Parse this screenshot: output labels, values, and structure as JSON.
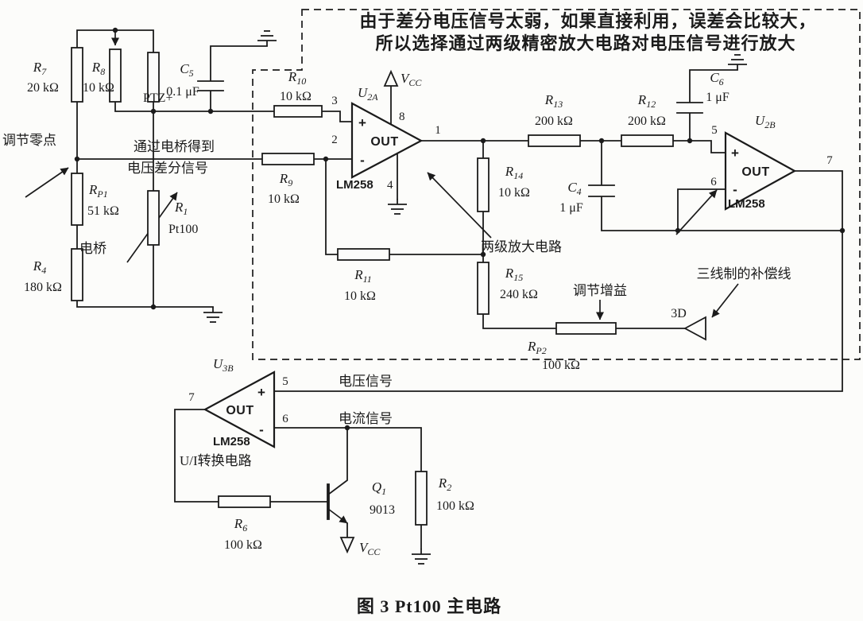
{
  "figure": {
    "caption": "图 3  Pt100 主电路"
  },
  "annotation": {
    "line1": "由于差分电压信号太弱，如果直接利用，误差会比较大，",
    "line2": "所以选择通过两级精密放大电路对电压信号进行放大"
  },
  "labels": {
    "zero_adjust": "调节零点",
    "bridge_out_line1": "通过电桥得到",
    "bridge_out_line2": "电压差分信号",
    "bridge": "电桥",
    "ptz": "PTZ+",
    "two_stage_amp": "两级放大电路",
    "gain_adjust": "调节增益",
    "compensation_wire": "三线制的补偿线",
    "terminal_3d": "3D",
    "voltage_signal": "电压信号",
    "current_signal": "电流信号",
    "ui_converter": "U/I转换电路"
  },
  "components": {
    "r7": {
      "sym": "R",
      "sub": "7",
      "val": "20 kΩ"
    },
    "r8": {
      "sym": "R",
      "sub": "8",
      "val": "10 kΩ"
    },
    "c5": {
      "sym": "C",
      "sub": "5",
      "val": "0.1 μF"
    },
    "rp1": {
      "sym": "R",
      "sub": "P1",
      "val": "51 kΩ"
    },
    "r1": {
      "sym": "R",
      "sub": "1",
      "val": "Pt100"
    },
    "r4": {
      "sym": "R",
      "sub": "4",
      "val": "180 kΩ"
    },
    "r10": {
      "sym": "R",
      "sub": "10",
      "val": "10 kΩ"
    },
    "r9": {
      "sym": "R",
      "sub": "9",
      "val": "10 kΩ"
    },
    "r11": {
      "sym": "R",
      "sub": "11",
      "val": "10 kΩ"
    },
    "r13": {
      "sym": "R",
      "sub": "13",
      "val": "200 kΩ"
    },
    "r12": {
      "sym": "R",
      "sub": "12",
      "val": "200 kΩ"
    },
    "r14": {
      "sym": "R",
      "sub": "14",
      "val": "10 kΩ"
    },
    "r15": {
      "sym": "R",
      "sub": "15",
      "val": "240 kΩ"
    },
    "rp2": {
      "sym": "R",
      "sub": "P2",
      "val": "100 kΩ"
    },
    "c4": {
      "sym": "C",
      "sub": "4",
      "val": "1 μF"
    },
    "c6": {
      "sym": "C",
      "sub": "6",
      "val": "1 μF"
    },
    "r2": {
      "sym": "R",
      "sub": "2",
      "val": "100 kΩ"
    },
    "r6": {
      "sym": "R",
      "sub": "6",
      "val": "100 kΩ"
    },
    "q1": {
      "sym": "Q",
      "sub": "1",
      "val": "9013"
    }
  },
  "opamps": {
    "u2a": {
      "sym": "U",
      "sub": "2A",
      "out": "OUT",
      "part": "LM258",
      "plus": "+",
      "minus": "-",
      "pin_noninv": "3",
      "pin_inv": "2",
      "pin_vcc": "8",
      "pin_gnd": "4",
      "pin_out": "1"
    },
    "u2b": {
      "sym": "U",
      "sub": "2B",
      "out": "OUT",
      "part": "LM258",
      "plus": "+",
      "minus": "-",
      "pin_noninv": "5",
      "pin_inv": "6",
      "pin_out": "7"
    },
    "u3b": {
      "sym": "U",
      "sub": "3B",
      "out": "OUT",
      "part": "LM258",
      "plus": "+",
      "minus": "-",
      "pin_noninv": "5",
      "pin_inv": "6",
      "pin_out": "7"
    }
  },
  "power": {
    "vcc_top": {
      "sym": "V",
      "sub": "CC"
    },
    "vcc_bottom": {
      "sym": "V",
      "sub": "CC"
    }
  },
  "colors": {
    "ink": "#1b1b1b",
    "paper": "#fcfcfa"
  }
}
